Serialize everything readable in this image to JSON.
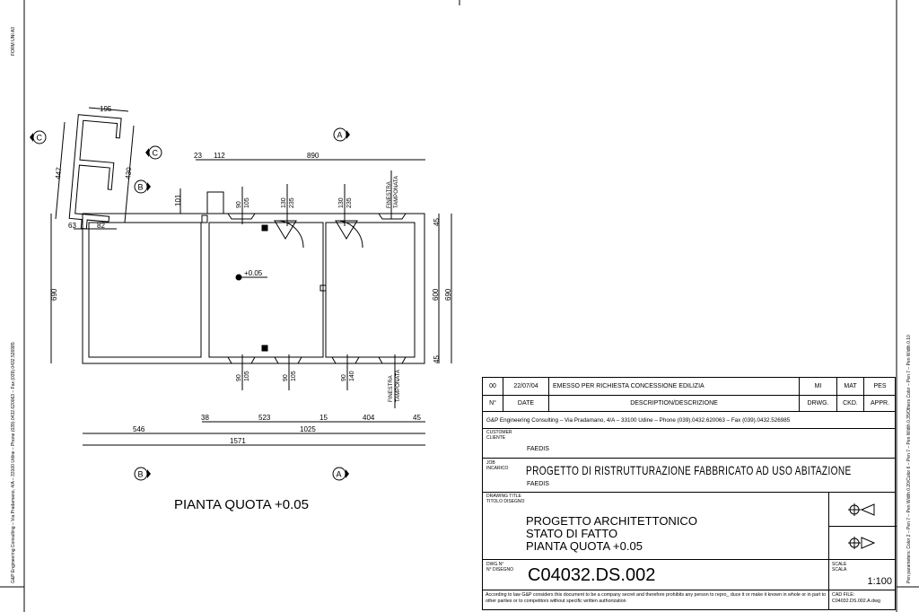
{
  "margins": {
    "form": "FORM UNI A3",
    "left_text": "G&P Engineering Consulting – Via Pradamano, 4/A – 33100 Udine – Phone (039).0432.620063 – Fax (039).0432.526985",
    "right_text": "Pen parameters: Color 2 – Pen 7 – Pen Width 0.20/Color 6 – Pen 7 – Pen Width 0.35/Others Color – Pen 7 – Pen Width 0.10"
  },
  "drawing": {
    "plan_title": "PIANTA QUOTA +0.05",
    "level_mark": "+0.05",
    "section_markers": [
      "A",
      "A",
      "B",
      "B",
      "C",
      "C"
    ],
    "dims_annex": [
      "195",
      "447",
      "430",
      "63",
      "82"
    ],
    "dims_top": [
      "23",
      "112",
      "890"
    ],
    "dim_101": "101",
    "dims_right": [
      "45",
      "600",
      "690",
      "45"
    ],
    "dim_left": "690",
    "dims_bottom": [
      "38",
      "523",
      "15",
      "404",
      "45",
      "546",
      "1025",
      "1571"
    ],
    "openings_top": [
      [
        "90",
        "105"
      ],
      [
        "130",
        "235"
      ],
      [
        "130",
        "235"
      ],
      [
        "FINESTRA",
        "TAMPONATA"
      ]
    ],
    "openings_bottom": [
      [
        "90",
        "105"
      ],
      [
        "90",
        "105"
      ],
      [
        "90",
        "140"
      ],
      [
        "FINESTRA",
        "TAMPONATA"
      ]
    ]
  },
  "title_block": {
    "revision": {
      "n": "00",
      "date": "22/07/04",
      "description": "EMESSO PER RICHIESTA CONCESSIONE EDILIZIA",
      "drwg": "MI",
      "ckd": "MAT",
      "appr": "PES"
    },
    "headers": {
      "n": "N°",
      "date": "DATE",
      "description": "DESCRIPTION/DESCRIZIONE",
      "drwg": "DRWG.",
      "ckd": "CKD.",
      "appr": "APPR."
    },
    "company": "G&P Engineering Consulting – Via Pradamano, 4/A – 33100 Udine – Phone (039).0432.620063 – Fax (039).0432.526985",
    "customer_label": "CUSTOMER\nCLIENTE",
    "customer": "FAEDIS",
    "job_label": "JOB\nINCARICO",
    "job": "PROGETTO DI RISTRUTTURAZIONE FABBRICATO AD USO ABITAZIONE",
    "job_sub": "FAEDIS",
    "title_label": "DRAWING TITLE\nTITOLO DISEGNO",
    "title_lines": [
      "PROGETTO ARCHITETTONICO",
      "STATO DI FATTO",
      "PIANTA QUOTA +0.05"
    ],
    "dwg_label": "DWG.N°\nN° DISEGNO",
    "dwg_no": "C04032.DS.002",
    "scale_label": "SCALE\nSCALA",
    "scale": "1:100",
    "legal": "According to law G&P considers this document to be a company secret and therefore prohibits any person to repro_ duce it or make it known in whole or in part to other parties or to competitors without specific written authorization",
    "cad_label": "CAD FILE:",
    "cad_file": "C04032.DS.002.A.dwg"
  }
}
